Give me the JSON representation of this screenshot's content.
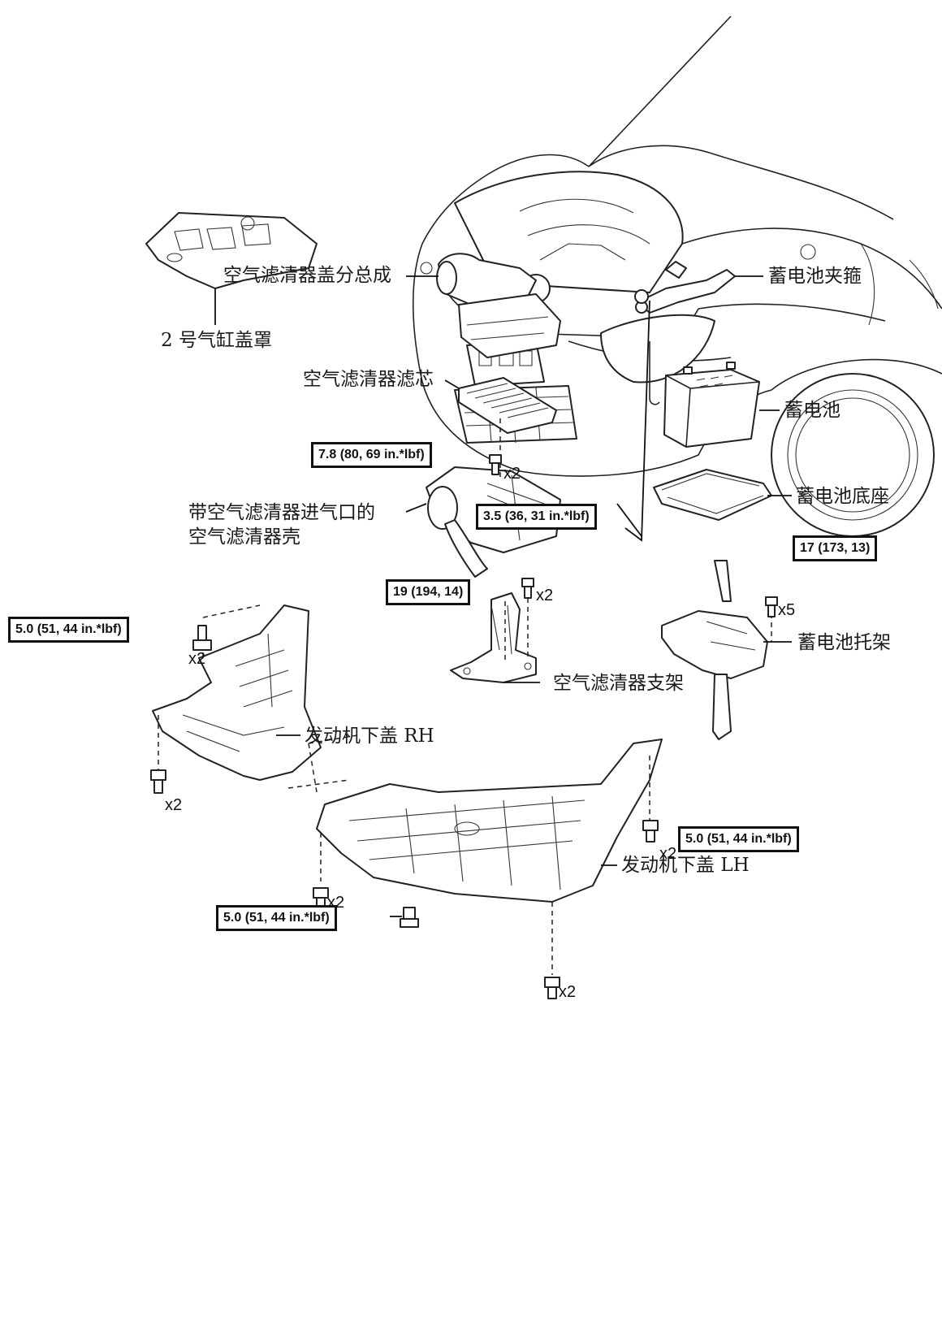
{
  "parts": {
    "cylinder_head_cover_no2": "2 号气缸盖罩",
    "air_cleaner_cap_sub_assy": "空气滤清器盖分总成",
    "air_cleaner_filter_element": "空气滤清器滤芯",
    "air_cleaner_case_line1": "带空气滤清器进气口的",
    "air_cleaner_case_line2": "空气滤清器壳",
    "air_cleaner_bracket": "空气滤清器支架",
    "battery_clamp": "蓄电池夹箍",
    "battery": "蓄电池",
    "battery_tray": "蓄电池底座",
    "battery_carrier": "蓄电池托架",
    "engine_under_cover_rh": "发动机下盖 RH",
    "engine_under_cover_lh": "发动机下盖 LH"
  },
  "torques": {
    "battery_clamp_nut": "3.5 (36, 31 in.*lbf)",
    "air_cleaner_bolt": "7.8 (80, 69 in.*lbf)",
    "bracket_bolt": "19 (194, 14)",
    "carrier_bolt": "17 (173, 13)",
    "under_cover_rh_bolt": "5.0 (51, 44 in.*lbf)",
    "under_cover_lh_bolt": "5.0 (51, 44 in.*lbf)",
    "under_cover_lower_bolt": "5.0 (51, 44 in.*lbf)"
  },
  "quantities": {
    "air_cleaner_bolt": "x2",
    "bracket_bolt": "x2",
    "carrier_bolt": "x5",
    "rh_upper_bolt": "x2",
    "rh_lower_bolt": "x2",
    "lh_right_bolt": "x2",
    "lh_middle_bolt": "x2",
    "lh_bottom_bolt": "x2"
  }
}
